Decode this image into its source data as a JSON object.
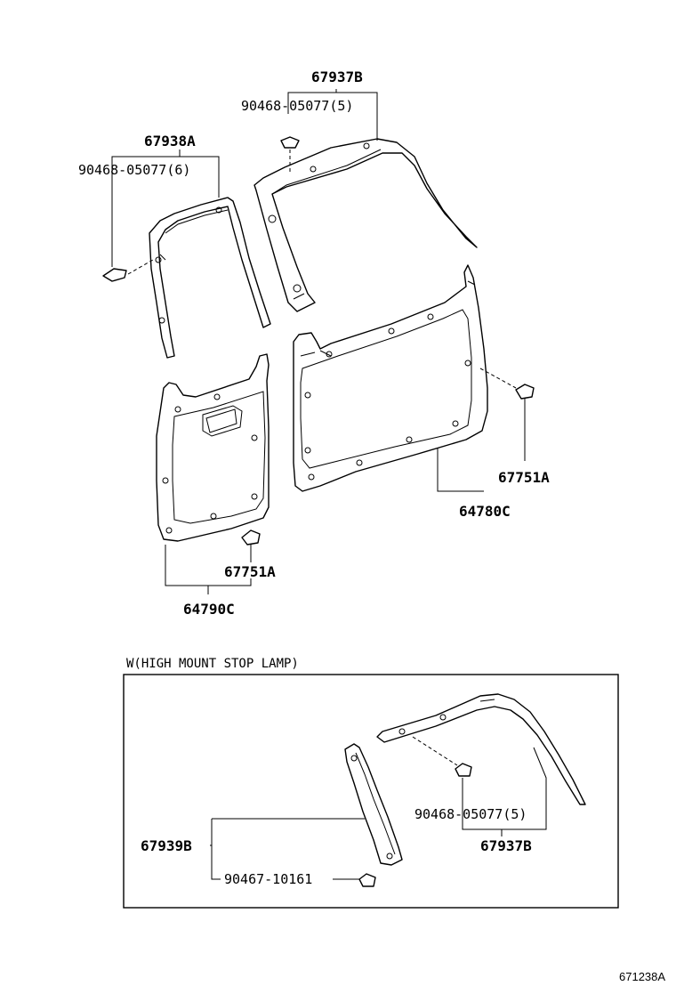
{
  "labels": {
    "p67937B_top": "67937B",
    "p90468_05077_5_top": "90468-05077(5)",
    "p67938A": "67938A",
    "p90468_05077_6": "90468-05077(6)",
    "p67751A_right": "67751A",
    "p64780C": "64780C",
    "p67751A_left": "67751A",
    "p64790C": "64790C",
    "box_title": "W(HIGH MOUNT STOP LAMP)",
    "p67939B": "67939B",
    "p90467_10161": "90467-10161",
    "p90468_05077_5_box": "90468-05077(5)",
    "p67937B_box": "67937B",
    "diagram_ref": "671238A"
  }
}
